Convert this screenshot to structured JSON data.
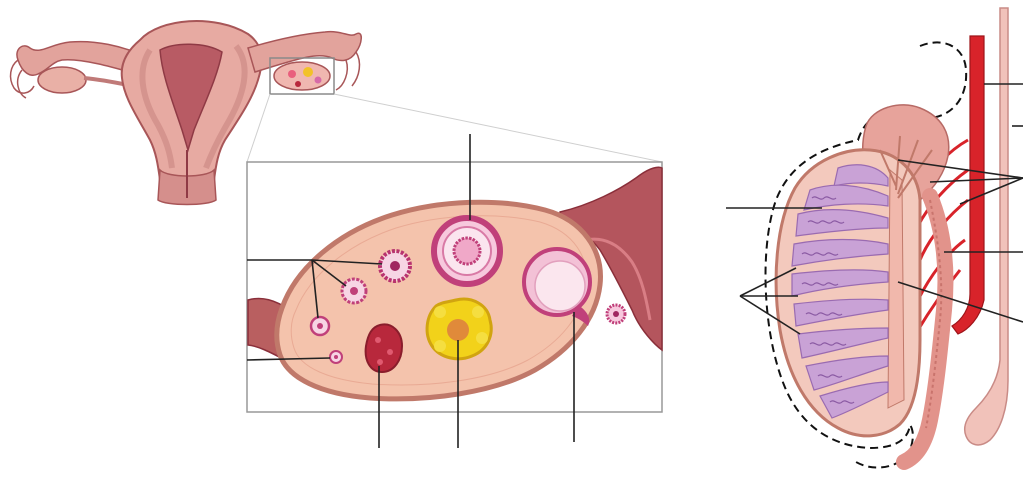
{
  "colors": {
    "background": "#ffffff",
    "tissue_pink": "#eab0a8",
    "tissue_dark": "#b95f60",
    "tissue_light": "#f3c9bd",
    "stroma": "#f4c3ac",
    "follicle_magenta": "#c0407a",
    "follicle_pink": "#f7c8dd",
    "corpus_luteum_yellow": "#f2d21a",
    "corpus_luteum_orange": "#e08a3a",
    "corpus_albicans_red": "#b8283c",
    "lobule_lavender": "#c9a2d6",
    "tubule_purple": "#9a6bb1",
    "vessel_red": "#d8232a",
    "vas_deferens_pink": "#e7a39b",
    "leader_line": "#222222",
    "dashed_outline": "#111111",
    "inset_frame": "#999999"
  },
  "icons": [
    "uterus-illustration",
    "ovary-cross-section",
    "testis-cross-section"
  ]
}
